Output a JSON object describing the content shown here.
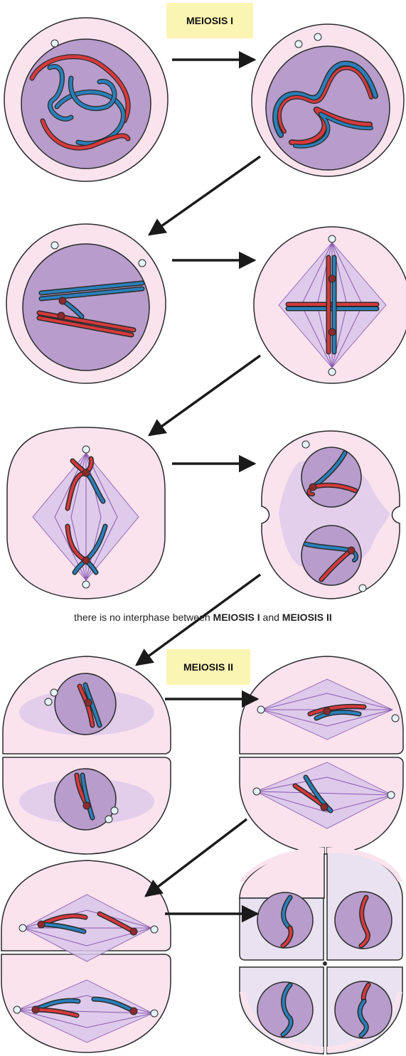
{
  "labels": {
    "meiosis1": "MEIOSIS I",
    "meiosis2": "MEIOSIS II"
  },
  "note": {
    "prefix": "there is no interphase between ",
    "term1": "MEIOSIS I",
    "joiner": " and ",
    "term2": "MEIOSIS II"
  },
  "colors": {
    "cell_fill": "#fbe3ee",
    "cell_stroke": "#2a2a2a",
    "nucleus_fill": "#b79ccc",
    "chromosome_red": "#d63a3c",
    "chromosome_blue": "#2a7fb8",
    "centromere": "#8c2a2e",
    "spindle": "#8a5ab0",
    "spindle_fill": "#d9c6ea",
    "centriole_fill": "#e4f4f7",
    "arrow": "#1a1a1a",
    "label_bg": "#fbf5b3"
  }
}
